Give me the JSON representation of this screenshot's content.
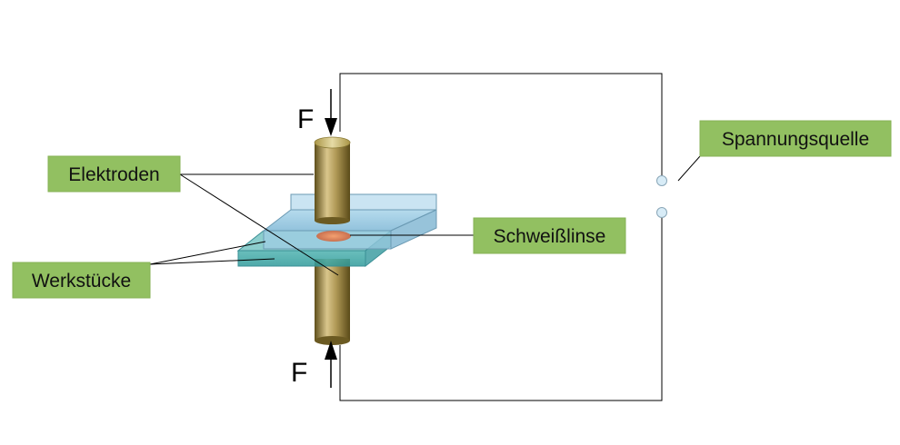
{
  "labels": {
    "electrodes": "Elektroden",
    "workpieces": "Werkstücke",
    "weld_nugget": "Schweißlinse",
    "voltage_source": "Spannungsquelle",
    "force_top": "F",
    "force_bottom": "F"
  },
  "colors": {
    "label_fill": "#92c061",
    "label_border": "#86b255",
    "electrode_light": "#d8c48a",
    "electrode_dark": "#6b5a22",
    "plate_top": "#8fc6e0",
    "plate_bottom": "#3fa6a6",
    "nugget": "#d87a55",
    "line": "#000000",
    "terminal_fill": "#d8ecf7"
  }
}
